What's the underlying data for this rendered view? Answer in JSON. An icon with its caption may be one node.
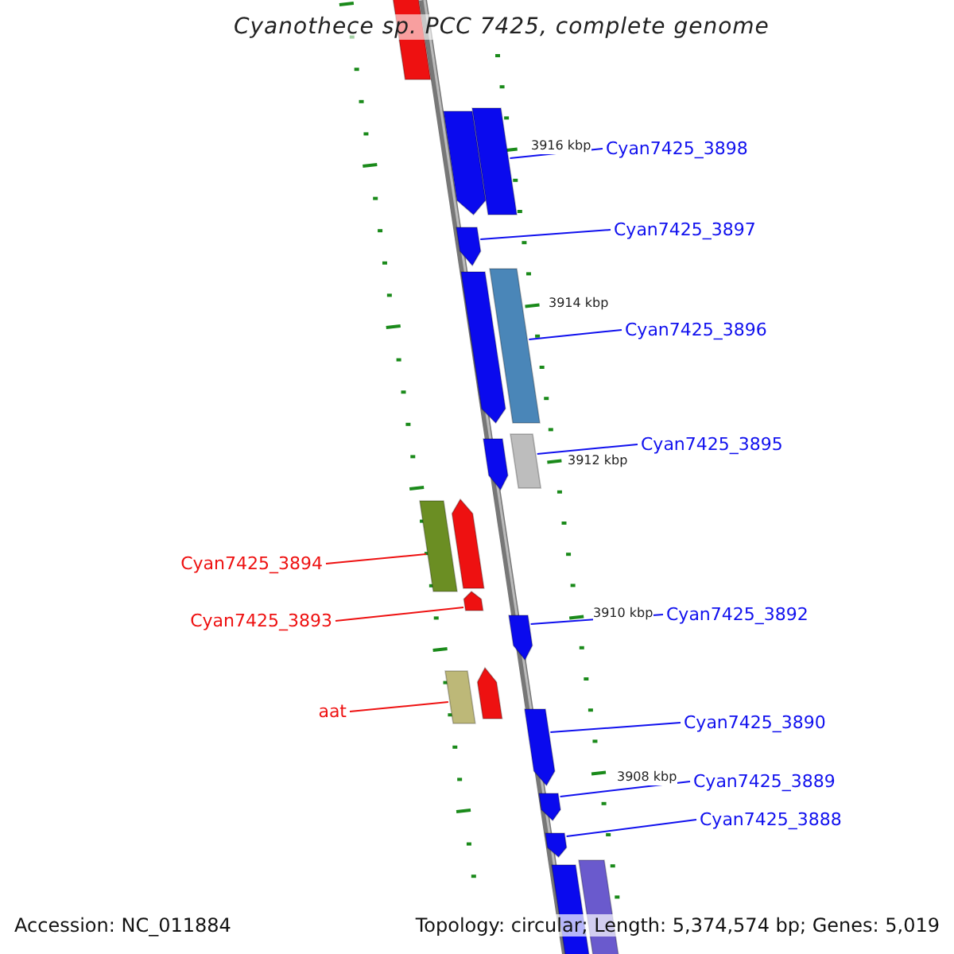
{
  "diagram": {
    "title": "Cyanothece sp. PCC 7425, complete genome",
    "nodes": [
      {
        "text": [],
        "shape": "bar"
      },
      {
        "text": [],
        "shape": "arrow"
      },
      {
        "text": [],
        "shape": "bar"
      },
      {
        "text": [],
        "shape": "arrow"
      },
      {
        "text": [],
        "shape": "arrow"
      },
      {
        "text": [],
        "shape": "bar"
      },
      {
        "text": [],
        "shape": "arrow"
      },
      {
        "text": [],
        "shape": "bar"
      },
      {
        "text": [],
        "shape": "bar"
      },
      {
        "text": [],
        "shape": "arrow"
      },
      {
        "text": [],
        "shape": "arrow"
      },
      {
        "text": [],
        "shape": "arrow"
      },
      {
        "text": [],
        "shape": "bar"
      },
      {
        "text": [],
        "shape": "arrow"
      },
      {
        "text": [],
        "shape": "arrow"
      },
      {
        "text": [],
        "shape": "arrow"
      },
      {
        "text": [],
        "shape": "arrow"
      },
      {
        "text": [],
        "shape": "bar"
      },
      {
        "text": [],
        "shape": "bar"
      },
      {
        "text": [
          "Cyan7425_3898"
        ]
      },
      {
        "text": [
          "Cyan7425_3897"
        ]
      },
      {
        "text": [
          "Cyan7425_3896"
        ]
      },
      {
        "text": [
          "Cyan7425_3895"
        ]
      },
      {
        "text": [
          "Cyan7425_3894"
        ]
      },
      {
        "text": [
          "Cyan7425_3893"
        ]
      },
      {
        "text": [
          "aat"
        ]
      },
      {
        "text": [
          "Cyan7425_3892"
        ]
      },
      {
        "text": [
          "Cyan7425_3890"
        ]
      },
      {
        "text": [
          "Cyan7425_3889"
        ]
      },
      {
        "text": [
          "Cyan7425_3888"
        ]
      }
    ],
    "edges": [
      {
        "from": 19,
        "to": 2,
        "arrow": "none"
      },
      {
        "from": 20,
        "to": 3,
        "arrow": "none"
      },
      {
        "from": 21,
        "to": 5,
        "arrow": "none"
      },
      {
        "from": 22,
        "to": 7,
        "arrow": "none"
      },
      {
        "from": 23,
        "to": 8,
        "arrow": "none",
        "color": "#ee1111"
      },
      {
        "from": 24,
        "to": 10,
        "arrow": "none",
        "color": "#ee1111"
      },
      {
        "from": 25,
        "to": 12,
        "arrow": "none",
        "color": "#ee1111"
      },
      {
        "from": 26,
        "to": 11,
        "arrow": "none"
      },
      {
        "from": 27,
        "to": 14,
        "arrow": "none"
      },
      {
        "from": 28,
        "to": 15,
        "arrow": "none"
      },
      {
        "from": 29,
        "to": 16,
        "arrow": "none"
      }
    ],
    "labels": [
      "3916 kbp",
      "3914 kbp",
      "3912 kbp",
      "3910 kbp",
      "3908 kbp",
      "Accession: NC_011884",
      "Topology: circular; Length: 5,374,574 bp; Genes: 5,019"
    ]
  }
}
